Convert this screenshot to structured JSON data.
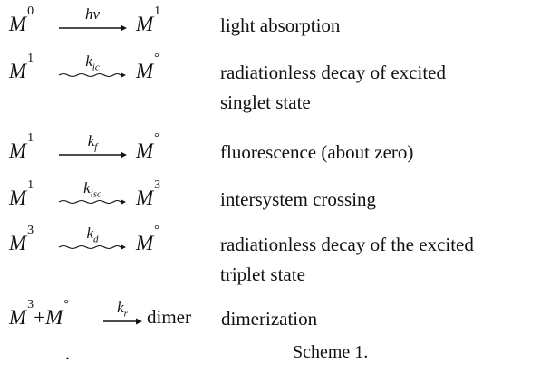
{
  "rows": [
    {
      "lhs": "M",
      "lhs_sup": "0",
      "label": "hν",
      "label_sub": "",
      "arrow_style": "solid",
      "rhs": "M",
      "rhs_sup": "1",
      "desc_lines": [
        "light absorption"
      ]
    },
    {
      "lhs": "M",
      "lhs_sup": "1",
      "label": "k",
      "label_sub": "ic",
      "arrow_style": "wavy",
      "rhs": "M",
      "rhs_sup": "°",
      "desc_lines": [
        "radiationless decay of excited",
        "singlet state"
      ]
    },
    {
      "lhs": "M",
      "lhs_sup": "1",
      "label": "k",
      "label_sub": "f",
      "arrow_style": "solid",
      "rhs": "M",
      "rhs_sup": "°",
      "desc_lines": [
        "fluorescence (about zero)"
      ]
    },
    {
      "lhs": "M",
      "lhs_sup": "1",
      "label": "k",
      "label_sub": "isc",
      "arrow_style": "wavy",
      "rhs": "M",
      "rhs_sup": "3",
      "desc_lines": [
        "intersystem crossing"
      ]
    },
    {
      "lhs": "M",
      "lhs_sup": "3",
      "label": "k",
      "label_sub": "d",
      "arrow_style": "wavy",
      "rhs": "M",
      "rhs_sup": "°",
      "desc_lines": [
        "radiationless decay of the excited",
        "triplet state"
      ]
    }
  ],
  "last_row": {
    "lhs_a": "M",
    "lhs_a_sup": "3",
    "plus": "+",
    "lhs_b": "M",
    "lhs_b_sup": "°",
    "label": "k",
    "label_sub": "r",
    "rhs": "dimer",
    "desc": "dimerization"
  },
  "dot": ".",
  "caption": "Scheme 1."
}
